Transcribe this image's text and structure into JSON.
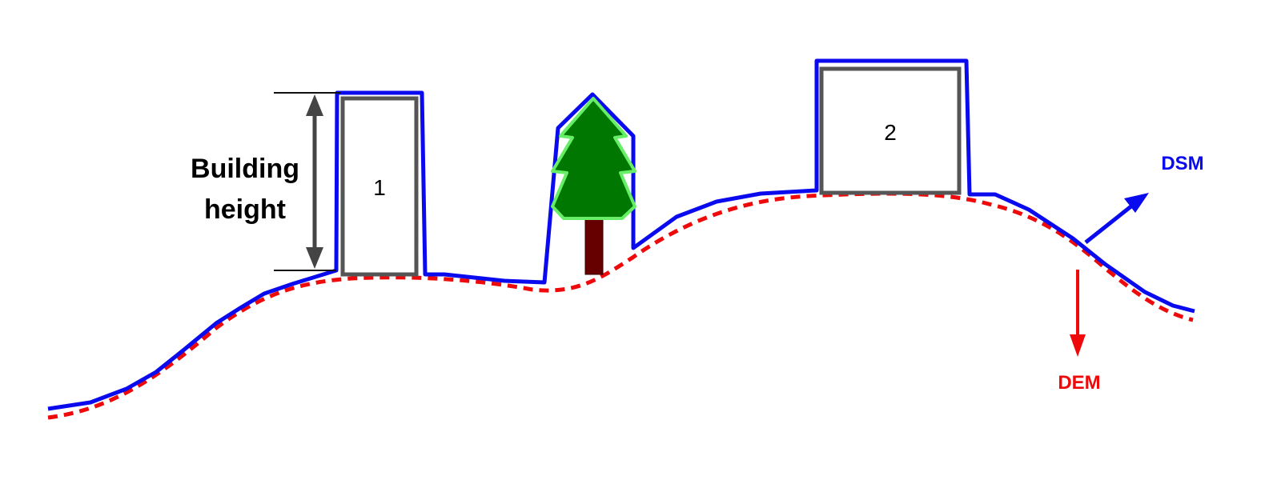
{
  "labels": {
    "building_height_line1": "Building",
    "building_height_line2": "height",
    "building_1": "1",
    "building_2": "2",
    "dsm": "DSM",
    "dem": "DEM"
  },
  "colors": {
    "dsm": "#0a0aee",
    "dem": "#ee0a0a",
    "building_outline": "#555555",
    "dimension": "#444444",
    "tree_crown": "#007700",
    "tree_glow": "#66ee66",
    "tree_trunk": "#660000",
    "text": "#000000"
  }
}
